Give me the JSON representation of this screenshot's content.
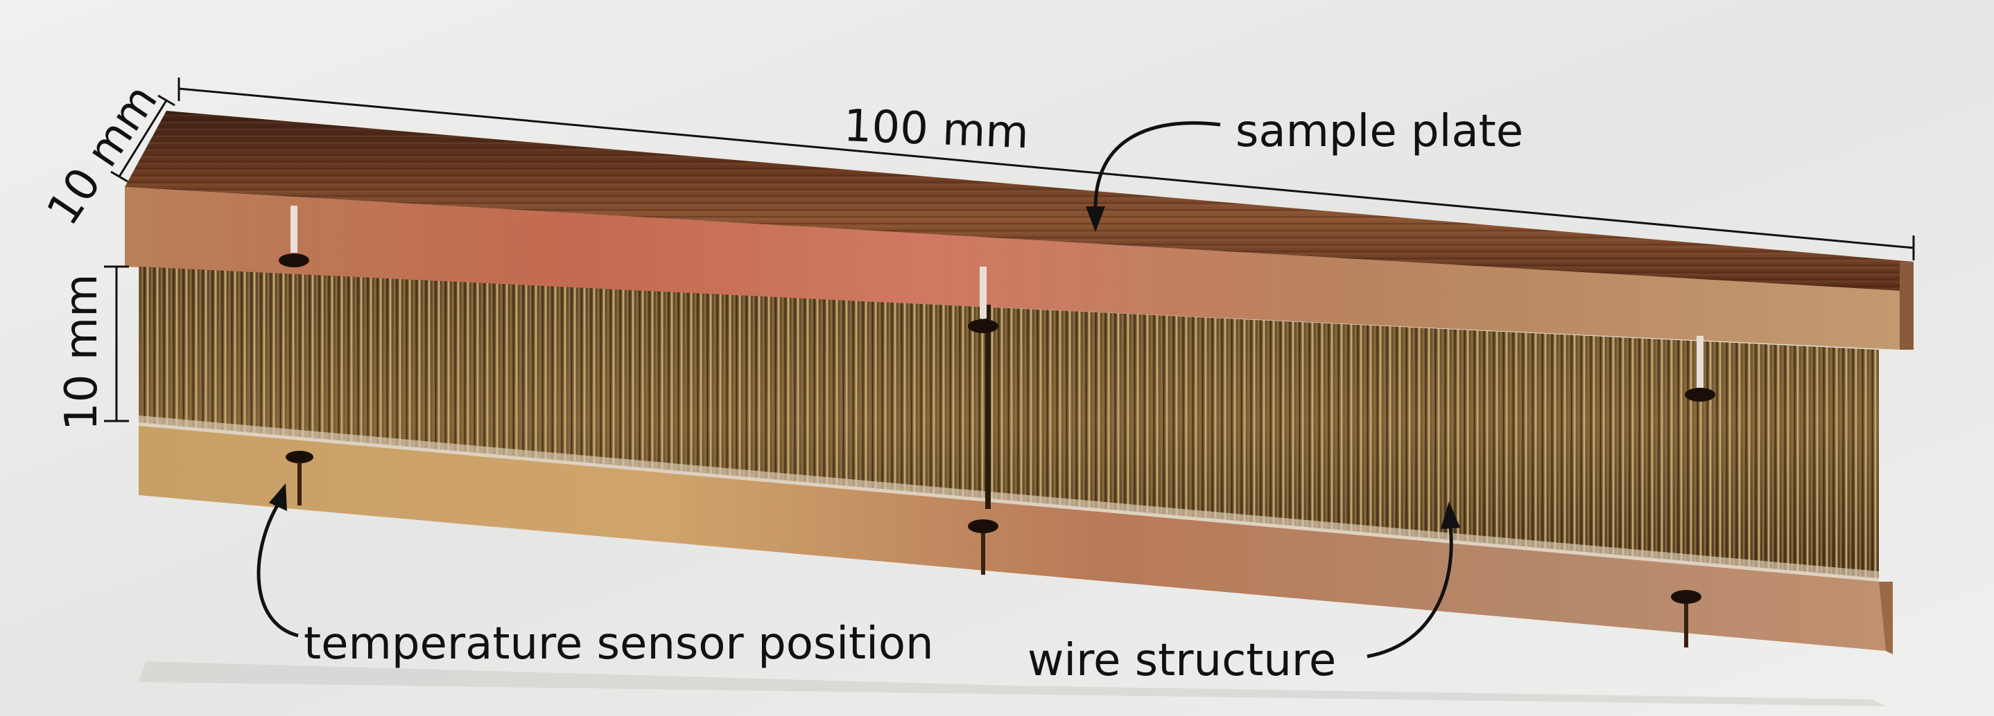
{
  "labels": {
    "length": "100 mm",
    "depth": "10 mm",
    "height": "10 mm",
    "sample_plate": "sample plate",
    "temperature_sensor": "temperature sensor position",
    "wire_structure": "wire structure"
  },
  "colors": {
    "background": "#ececea",
    "copper_dark": "#4a2514",
    "copper_mid": "#8a5030",
    "copper_light": "#c48a5a",
    "wire": "#9a7a48",
    "annotation": "#111111"
  }
}
